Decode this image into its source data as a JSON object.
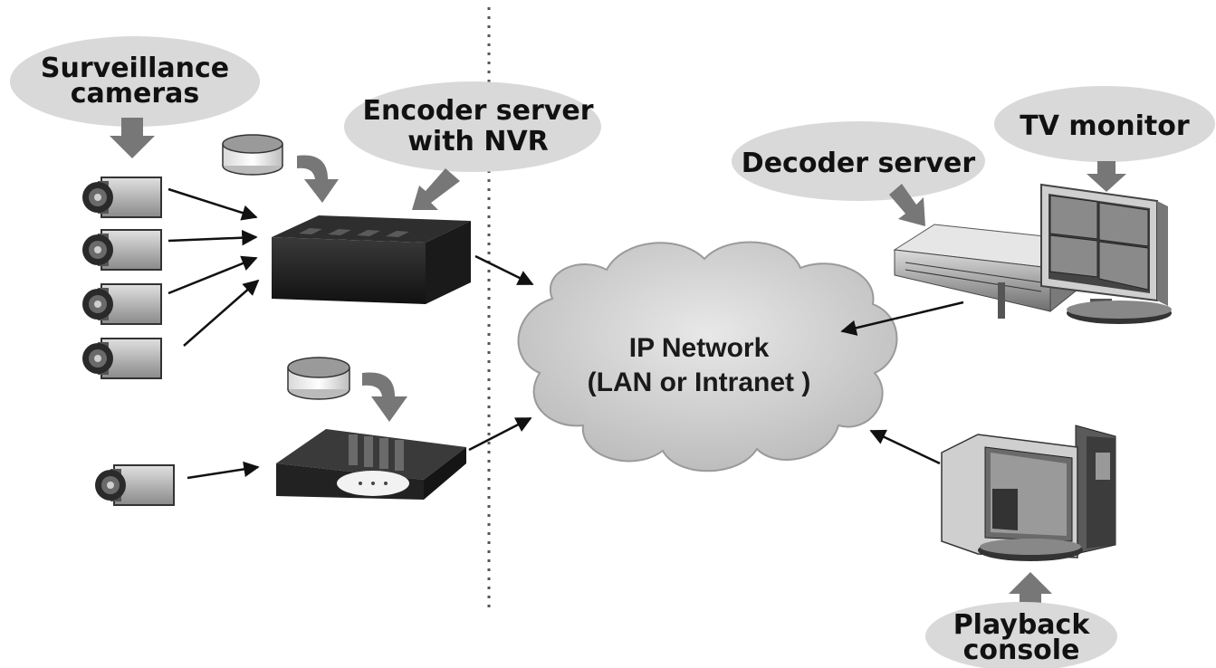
{
  "labels": {
    "surveillance_line1": "Surveillance",
    "surveillance_line2": "cameras",
    "encoder_line1": "Encoder server",
    "encoder_line2": "with NVR",
    "decoder": "Decoder server",
    "tv_monitor": "TV monitor",
    "playback_line1": "Playback",
    "playback_line2": "console"
  },
  "network": {
    "line1": "IP Network",
    "line2": "(LAN or Intranet )"
  }
}
